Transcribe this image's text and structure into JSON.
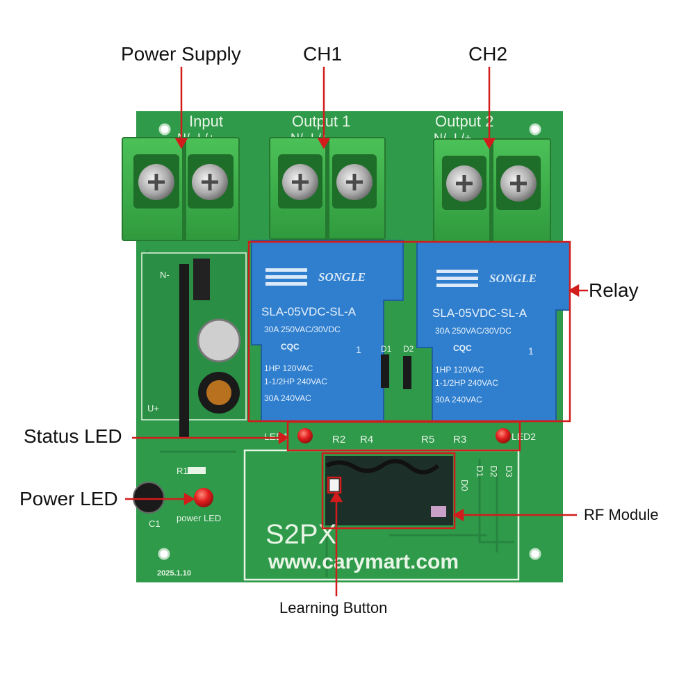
{
  "callouts": {
    "power_supply": "Power Supply",
    "ch1": "CH1",
    "ch2": "CH2",
    "relay": "Relay",
    "status_led": "Status LED",
    "power_led": "Power LED",
    "rf_module": "RF Module",
    "learning_button": "Learning Button"
  },
  "board": {
    "silk_input": "Input",
    "silk_output1": "Output 1",
    "silk_output2": "Output 2",
    "silk_nl": "N/- L/+",
    "model": "S2PX",
    "website": "www.carymart.com",
    "date": "2025.1.10",
    "power_led_text": "power LED",
    "led1_text": "LED1",
    "led2_text": "LED2",
    "r1_text": "R1",
    "c1_text": "C1",
    "r2": "R2",
    "r4": "R4",
    "r5": "R5",
    "r3": "R3",
    "d1_text": "D1",
    "d2_text": "D2",
    "u_plus": "U+",
    "n_minus": "N-",
    "dout_labels": [
      "D0",
      "D1",
      "D2",
      "D3"
    ]
  },
  "relays": [
    {
      "brand": "SONGLE",
      "model": "SLA-05VDC-SL-A",
      "rating": "30A 250VAC/30VDC",
      "cqc": "CQC",
      "line1": "1HP 120VAC",
      "line2": "1-1/2HP 240VAC",
      "line3": "30A 240VAC",
      "pole": "1"
    },
    {
      "brand": "SONGLE",
      "model": "SLA-05VDC-SL-A",
      "rating": "30A 250VAC/30VDC",
      "cqc": "CQC",
      "line1": "1HP 120VAC",
      "line2": "1-1/2HP 240VAC",
      "line3": "30A 240VAC",
      "pole": "1"
    }
  ],
  "colors": {
    "pcb": "#2e9a4a",
    "pcb_dark": "#1f7a36",
    "terminal": "#3cab47",
    "relay": "#2f7fce",
    "callout": "#d21c1c",
    "silk": "#e8f5e6"
  }
}
